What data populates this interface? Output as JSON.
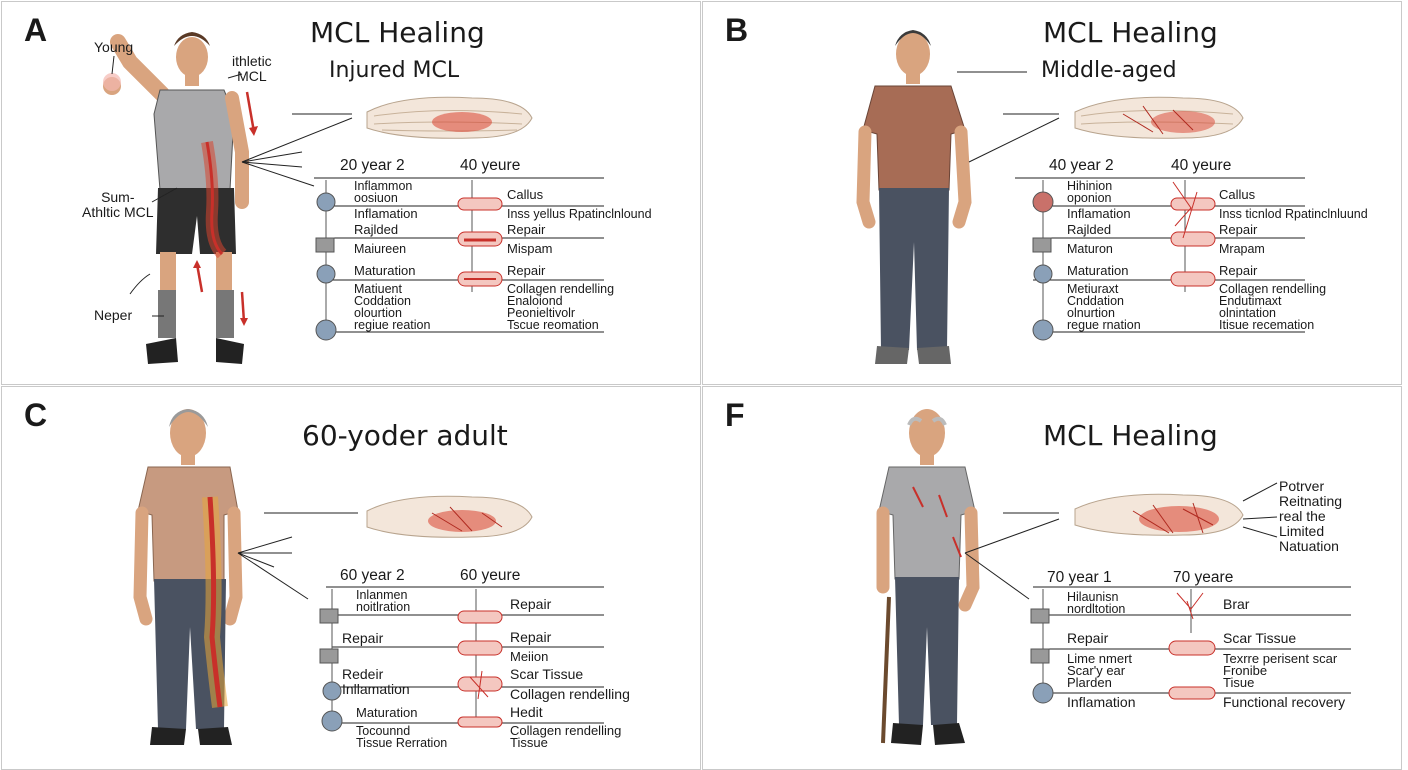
{
  "panelA": {
    "letter": "A",
    "title": "MCL Healing",
    "subtitle": "Injured MCL",
    "labels": {
      "young": "Young",
      "athletic": "ithletic\nMCL",
      "semi": "Sum-\nAthltic MCL",
      "neper": "Neper"
    },
    "col1_header": "20 year 2",
    "col2_header": "40 yeure",
    "left": [
      "Inflammon\noosiuon",
      "Inflamation",
      "Rajlded",
      "Maiureen",
      "Maturation",
      "Matiuent\nCoddation\nolourtion\nregiue reation"
    ],
    "right": [
      "Callus",
      "Inss yellus Rpatinclnlound",
      "Repair",
      "Mispam",
      "Repair",
      "Collagen rendelling\nEnaloiond\nPeonieltivolr\nTscue reomation"
    ]
  },
  "panelB": {
    "letter": "B",
    "title": "MCL Healing",
    "subtitle": "Middle-aged",
    "col1_header": "40 year 2",
    "col2_header": "40 yeure",
    "left": [
      "Hihinion\noponion",
      "Inflamation",
      "Rajlded",
      "Maturon",
      "Maturation",
      "Metiuraxt\nCnddation\nolnurtion\nregue rnation"
    ],
    "right": [
      "Callus",
      "Inss ticnlod Rpatinclnluund",
      "Repair",
      "Mrapam",
      "Repair",
      "Collagen rendelling\nEndutimaxt\nolnintation\nItisue recemation"
    ]
  },
  "panelC": {
    "letter": "C",
    "title": "60-yoder adult",
    "col1_header": "60 year 2",
    "col2_header": "60 yeure",
    "left": [
      "Inlanmen\nnoitlration",
      "Repair",
      "Redeir\nInllamation",
      "Maturation",
      "Tocounnd\nTissue Rerration"
    ],
    "right": [
      "Repair",
      "Repair",
      "Meiion",
      "Scar Tissue",
      "Collagen rendelling",
      "Hedit",
      "Collagen rendelling\nTissue"
    ]
  },
  "panelF": {
    "letter": "F",
    "title": "MCL Healing",
    "side_note": "Potrver\nReitnating\nreal the\nLimited\nNatuation",
    "col1_header": "70 year 1",
    "col2_header": "70 yeare",
    "left": [
      "Hilaunisn\nnordltotion",
      "Repair",
      "Lime nmert\nScar'y ear\nPlarden",
      "Inflamation"
    ],
    "right": [
      "Brar",
      "Scar Tissue",
      "Texrre perisent scar\nFronibe\nTisue",
      "Functional recovery"
    ]
  },
  "colors": {
    "skin": "#d9a47f",
    "inflammation": "#c8302a",
    "shirtGrey": "#a9a9ab",
    "shirtBrown": "#a76c55",
    "pants": "#4a5261"
  }
}
